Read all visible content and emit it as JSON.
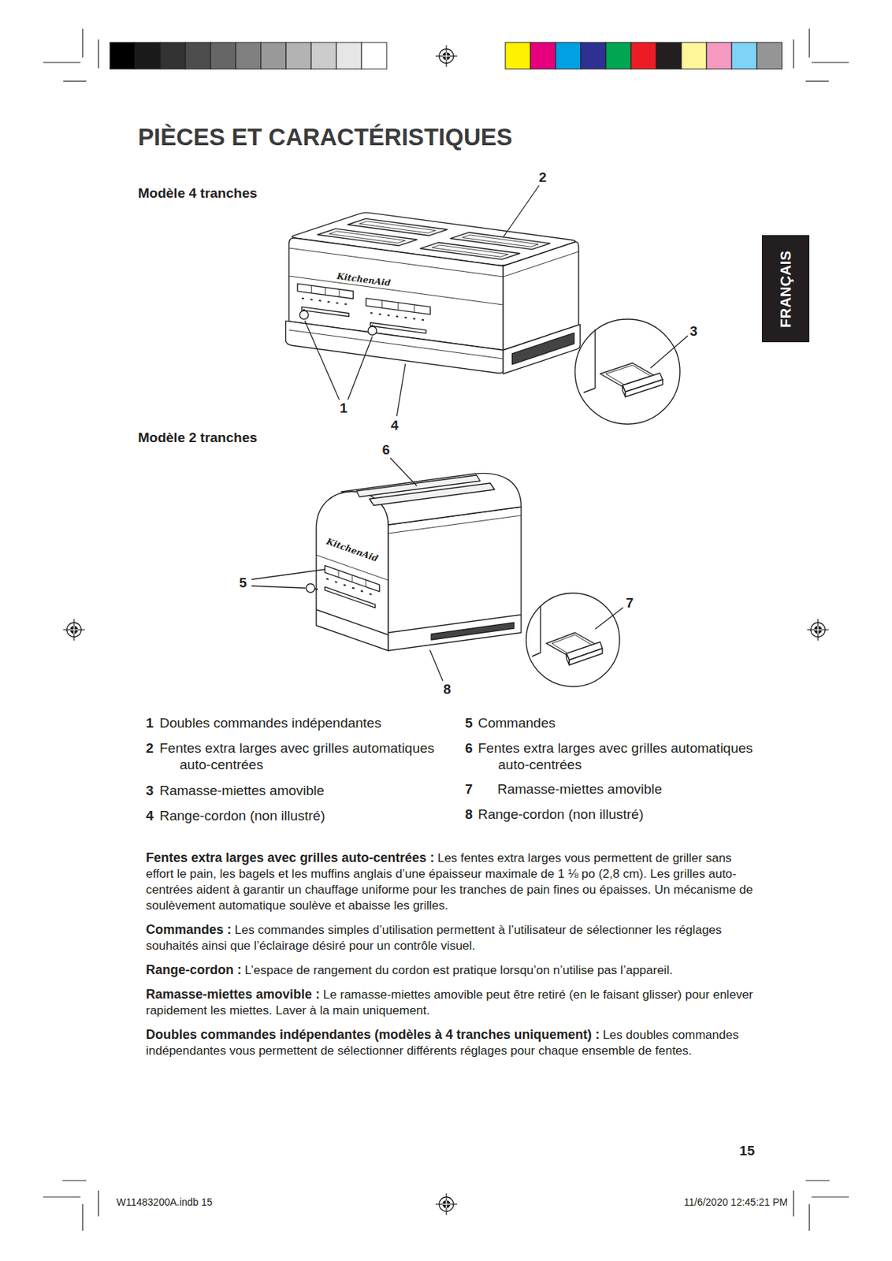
{
  "diagram": {
    "title": "PIÈCES ET CARACTÉRISTIQUES",
    "nodes": [
      {
        "text": [
          "FRANÇAIS"
        ]
      }
    ],
    "labels": [
      "Modèle 4 tranches",
      "2",
      "KitchenAid",
      "3",
      "1",
      "4",
      "Modèle 2 tranches",
      "6",
      "KitchenAid",
      "5",
      "7",
      "8",
      "1",
      "Doubles commandes indépendantes",
      "2",
      "Fentes extra larges avec grilles automatiques auto-centrées",
      "3",
      "Ramasse-miettes amovible",
      "4",
      "Range-cordon (non illustré)",
      "5",
      "Commandes",
      "6",
      "Fentes extra larges avec grilles automatiques auto-centrées",
      "7",
      "Ramasse-miettes amovible",
      "8",
      "Range-cordon (non illustré)",
      "Fentes extra larges avec grilles auto-centrées :",
      "Les fentes extra larges vous permettent de griller sans effort le pain, les bagels et les muffins anglais d’une épaisseur maximale de 1 ⅛ po (2,8 cm). Les grilles auto-centrées aident à garantir un chauffage uniforme pour les tranches de pain fines ou épaisses. Un mécanisme de soulèvement automatique soulève et abaisse les grilles.",
      "Commandes :",
      "Les commandes simples d’utilisation permettent à l’utilisateur de sélectionner les réglages souhaités ainsi que l’éclairage désiré pour un contrôle visuel.",
      "Range-cordon :",
      "L’espace de rangement du cordon est pratique lorsqu’on n’utilise pas l’appareil.",
      "Ramasse-miettes amovible :",
      "Le ramasse-miettes amovible peut être retiré (en le faisant glisser) pour enlever rapidement les miettes. Laver à la main uniquement.",
      "Doubles commandes indépendantes (modèles à 4 tranches uniquement) :",
      "Les doubles commandes indépendantes vous permettent de sélectionner différents réglages pour chaque ensemble de fentes.",
      "15",
      "W11483200A.indb 15",
      "11/6/2020 12:45:21 PM"
    ]
  }
}
